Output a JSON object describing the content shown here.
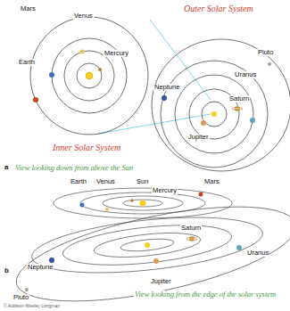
{
  "diagram": {
    "labels": [
      "Mars",
      "Venus",
      "Earth",
      "Mercury",
      "Inner Solar System",
      "Outer Solar System",
      "Neptune",
      "Uranus",
      "Saturn",
      "Jupiter",
      "Pluto",
      "a",
      "View looking down from above the Sun",
      "b",
      "Earth",
      "Venus",
      "Sun",
      "Mercury",
      "Mars",
      "Saturn",
      "Uranus",
      "Neptune",
      "Jupiter",
      "Pluto",
      "View looking from the edge of the solar system",
      "© Addison-Wesley Longman"
    ]
  }
}
